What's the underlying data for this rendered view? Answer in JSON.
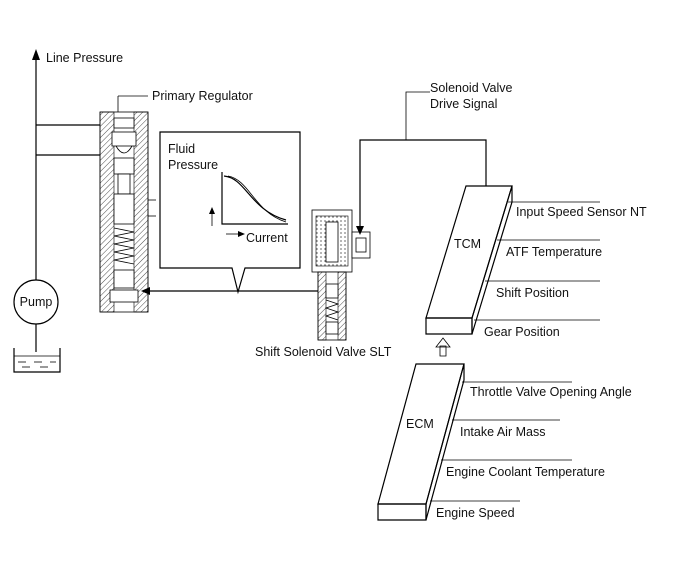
{
  "labels": {
    "line_pressure": "Line Pressure",
    "primary_regulator": "Primary Regulator",
    "solenoid_valve_line1": "Solenoid Valve",
    "solenoid_valve_line2": "Drive Signal",
    "fluid_line1": "Fluid",
    "fluid_line2": "Pressure",
    "current": "Current",
    "pump": "Pump",
    "shift_solenoid": "Shift Solenoid Valve SLT",
    "tcm": "TCM",
    "ecm": "ECM"
  },
  "tcm_inputs": [
    "Input Speed Sensor NT",
    "ATF Temperature",
    "Shift Position",
    "Gear Position"
  ],
  "ecm_inputs": [
    "Throttle Valve Opening Angle",
    "Intake Air Mass",
    "Engine Coolant Temperature",
    "Engine Speed"
  ]
}
